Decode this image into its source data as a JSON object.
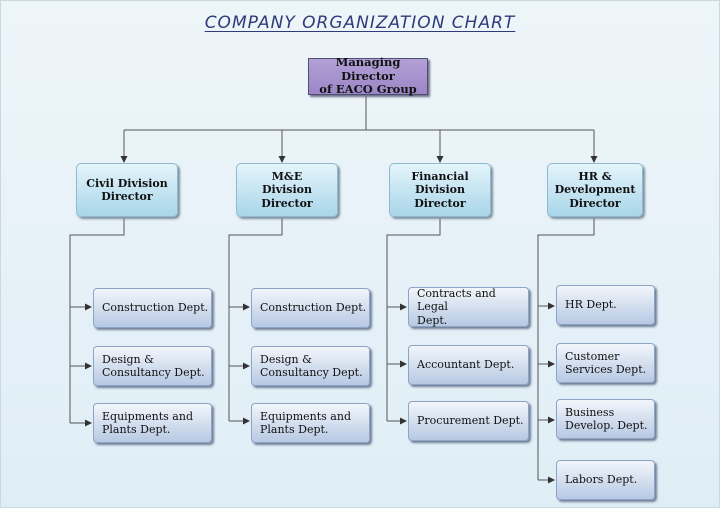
{
  "title": "COMPANY ORGANIZATION CHART",
  "managing_director": "Managing Director\nof EACO Group",
  "divisions": [
    {
      "director": "Civil Division\nDirector",
      "departments": [
        "Construction Dept.",
        "Design &\nConsultancy Dept.",
        "Equipments and\nPlants Dept."
      ]
    },
    {
      "director": "M&E\nDivision\nDirector",
      "departments": [
        "Construction Dept.",
        "Design &\nConsultancy Dept.",
        "Equipments and\nPlants Dept."
      ]
    },
    {
      "director": "Financial\nDivision\nDirector",
      "departments": [
        "Contracts and Legal\nDept.",
        "Accountant Dept.",
        "Procurement Dept."
      ]
    },
    {
      "director": "HR &\nDevelopment\nDirector",
      "departments": [
        "HR Dept.",
        "Customer\nServices Dept.",
        "Business\nDevelop. Dept.",
        "Labors Dept."
      ]
    }
  ],
  "colors": {
    "title": "#2e3b7a",
    "managing_director_box": "#a893cf",
    "director_box": "#c2e4f1",
    "department_box": "#cfdcee",
    "connector": "#555555"
  }
}
